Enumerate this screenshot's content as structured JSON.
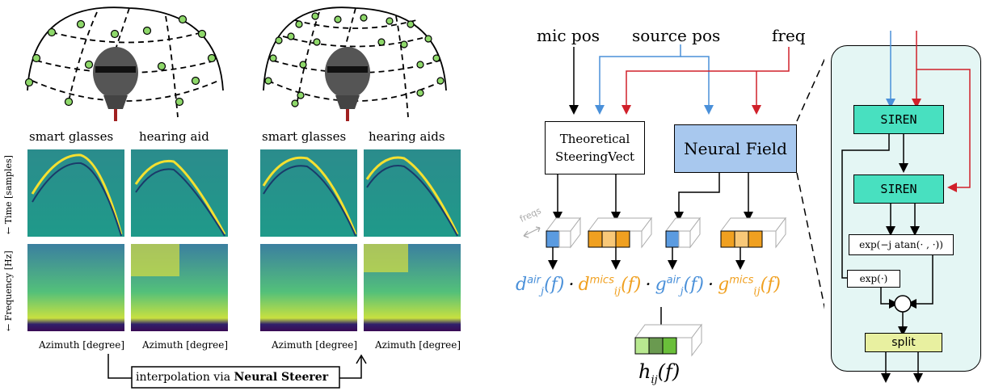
{
  "left": {
    "plot_titles": [
      "smart glasses",
      "hearing aid",
      "smart glasses",
      "hearing aids"
    ],
    "ylabel_time": "← Time [samples]",
    "ylabel_freq": "← Frequency [Hz]",
    "xlabel": "Azimuth [degree]",
    "interp_prefix": "interpolation via ",
    "interp_bold": "Neural Steerer"
  },
  "middle": {
    "mic_pos": "mic pos",
    "source_pos": "source pos",
    "freq": "freq",
    "theoretical_line1": "Theoretical",
    "theoretical_line2": "SteeringVect",
    "neural_field": "Neural Field",
    "freqs": "freqs",
    "d_air": "d",
    "d_air_sup": "air",
    "d_air_sub": "j",
    "d_mics": "d",
    "d_mics_sup": "mics",
    "d_mics_sub": "ij",
    "g_air": "g",
    "g_air_sup": "air",
    "g_air_sub": "j",
    "g_mics": "g",
    "g_mics_sup": "mics",
    "g_mics_sub": "ij",
    "f_arg": "(f)",
    "dot": "·",
    "h": "h",
    "h_sub": "ij",
    "h_arg": "(f)"
  },
  "right": {
    "siren1": "SIREN",
    "siren2": "SIREN",
    "exp_atan": "exp(−j atan(· , ·))",
    "exp": "exp(·)",
    "odot": "⊙",
    "split": "split"
  },
  "colors": {
    "blue": "#4a90d9",
    "red": "#d0202a",
    "orange": "#f0a020",
    "neural_field_fill": "#a8c8ee",
    "siren_fill": "#48e0c0",
    "panel_fill": "#e4f6f4",
    "green": "#6abf3a"
  }
}
